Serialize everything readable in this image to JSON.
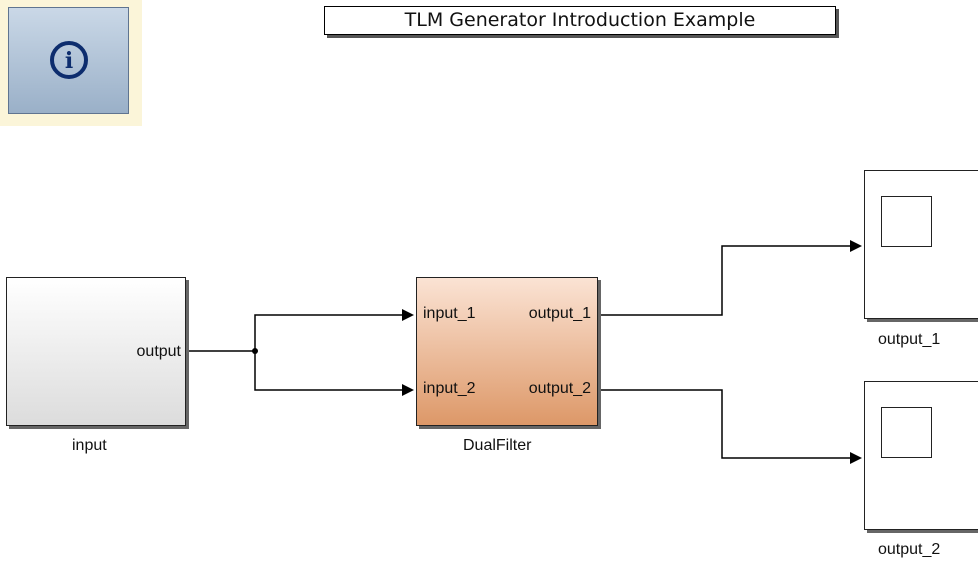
{
  "title": "TLM Generator Introduction Example",
  "info_button": {
    "icon": "info-circle-icon",
    "glyph": "i"
  },
  "blocks": {
    "input": {
      "name": "input",
      "ports_out": [
        "output"
      ]
    },
    "dualfilter": {
      "name": "DualFilter",
      "ports_in": [
        "input_1",
        "input_2"
      ],
      "ports_out": [
        "output_1",
        "output_2"
      ]
    },
    "scope1": {
      "name": "output_1"
    },
    "scope2": {
      "name": "output_2"
    }
  },
  "colors": {
    "info_bg": "#fbf5d9",
    "info_button": "#aec0d6",
    "dualfilter_top": "#fbe3d4",
    "dualfilter_bottom": "#dd9868",
    "line": "#000000"
  }
}
